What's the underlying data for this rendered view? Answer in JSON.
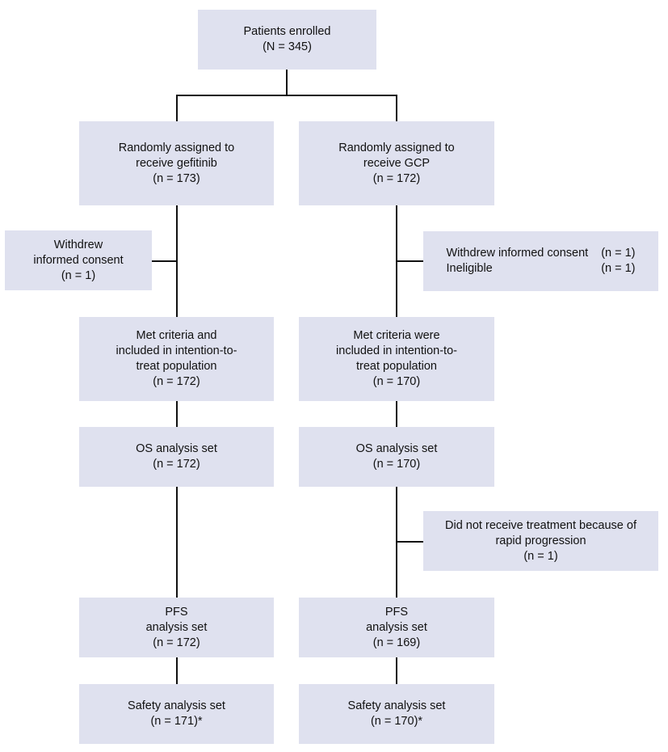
{
  "colors": {
    "box_fill": "#dfe1ef",
    "line": "#111111"
  },
  "enrolled": {
    "line1": "Patients enrolled",
    "line2": "(N = 345)"
  },
  "left": {
    "randomized": {
      "line1": "Randomly assigned to",
      "line2": "receive gefitinib",
      "line3": "(n = 173)"
    },
    "exclusion": {
      "line1": "Withdrew",
      "line2": "informed consent",
      "line3": "(n = 1)"
    },
    "itt": {
      "line1": "Met criteria and",
      "line2": "included in intention-to-",
      "line3": "treat population",
      "line4": "(n = 172)"
    },
    "os": {
      "line1": "OS analysis set",
      "line2": "(n = 172)"
    },
    "pfs": {
      "line1": "PFS",
      "line2": "analysis set",
      "line3": "(n = 172)"
    },
    "safety": {
      "line1": "Safety analysis set",
      "line2": "(n = 171)*"
    }
  },
  "right": {
    "randomized": {
      "line1": "Randomly assigned to",
      "line2": "receive GCP",
      "line3": "(n = 172)"
    },
    "exclusion": {
      "rows": [
        {
          "label": "Withdrew informed consent",
          "count": "(n = 1)"
        },
        {
          "label": "Ineligible",
          "count": "(n = 1)"
        }
      ]
    },
    "itt": {
      "line1": "Met criteria were",
      "line2": "included in intention-to-",
      "line3": "treat population",
      "line4": "(n = 170)"
    },
    "os": {
      "line1": "OS analysis set",
      "line2": "(n = 170)"
    },
    "no_treatment": {
      "line1": "Did not receive treatment because of",
      "line2": "rapid progression",
      "line3": "(n = 1)"
    },
    "pfs": {
      "line1": "PFS",
      "line2": "analysis set",
      "line3": "(n = 169)"
    },
    "safety": {
      "line1": "Safety analysis set",
      "line2": "(n = 170)*"
    }
  }
}
